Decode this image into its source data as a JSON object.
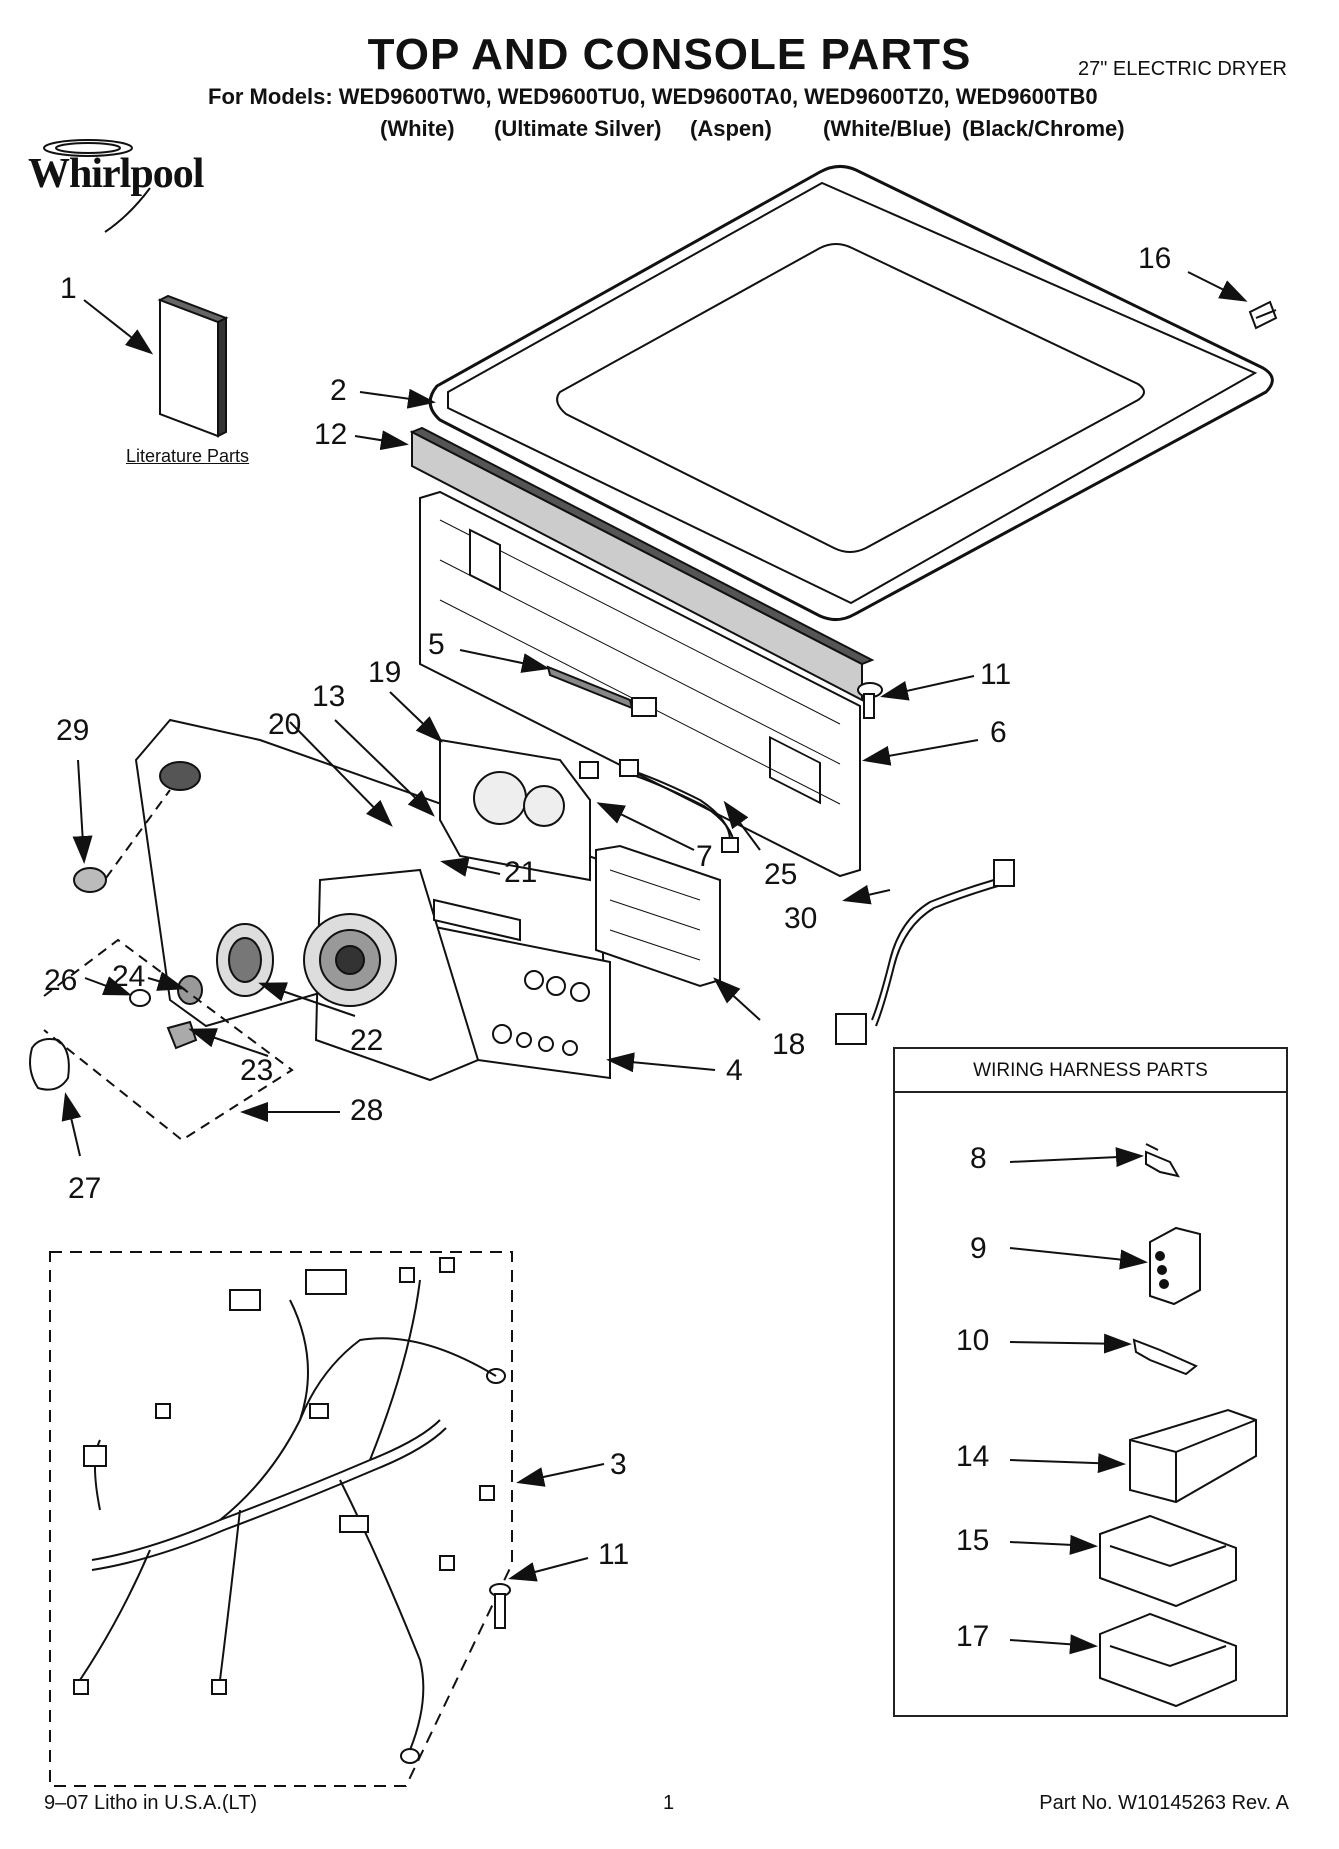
{
  "header": {
    "title": "TOP AND CONSOLE PARTS",
    "subtitle": "27\" ELECTRIC DRYER",
    "models": "For Models: WED9600TW0, WED9600TU0, WED9600TA0, WED9600TZ0, WED9600TB0",
    "colors": [
      "(White)",
      "(Ultimate Silver)",
      "(Aspen)",
      "(White/Blue)",
      "(Black/Chrome)"
    ]
  },
  "brand": {
    "logo_text": "Whirlpool"
  },
  "literature": {
    "label": "Literature Parts"
  },
  "callouts": [
    "1",
    "2",
    "3",
    "4",
    "5",
    "6",
    "7",
    "8",
    "9",
    "10",
    "11",
    "11",
    "12",
    "13",
    "14",
    "15",
    "16",
    "17",
    "18",
    "19",
    "20",
    "21",
    "22",
    "23",
    "24",
    "25",
    "26",
    "27",
    "28",
    "29",
    "30"
  ],
  "harness_box": {
    "heading": "WIRING HARNESS PARTS"
  },
  "footer": {
    "litho": "9–07 Litho in U.S.A.(LT)",
    "page": "1",
    "part_no": "Part No. W10145263 Rev. A"
  }
}
